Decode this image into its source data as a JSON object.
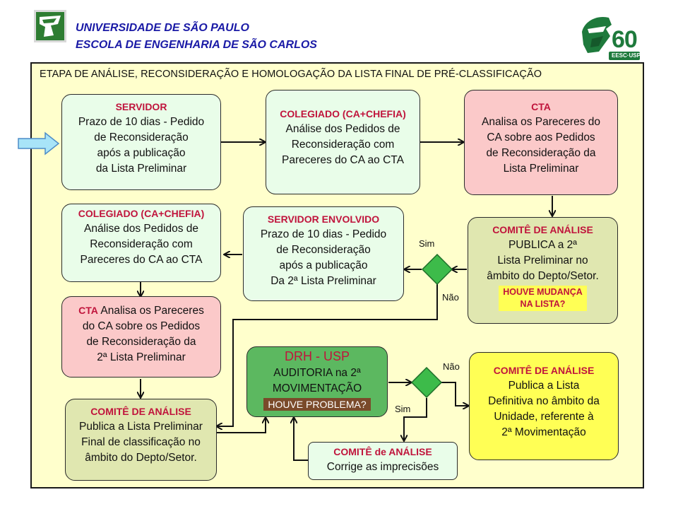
{
  "header": {
    "university": "UNIVERSIDADE DE SÃO PAULO",
    "school": "ESCOLA DE ENGENHARIA DE SÃO CARLOS",
    "anniversary_logo_number": "60",
    "anniversary_logo_text": "EESC·USP"
  },
  "stage_title": "ETAPA DE ANÁLISE, RECONSIDERAÇÃO E HOMOLOGAÇÃO DA LISTA FINAL DE PRÉ-CLASSIFICAÇÃO",
  "boxes": {
    "servidor": {
      "title": "SERVIDOR",
      "lines": [
        "Prazo de 10 dias - Pedido",
        "de Reconsideração",
        "após a publicação",
        "da Lista Preliminar"
      ]
    },
    "colegiado1": {
      "title": "COLEGIADO (CA+CHEFIA)",
      "lines": [
        "Análise dos Pedidos de",
        "Reconsideração com",
        "Pareceres do CA ao CTA"
      ]
    },
    "cta1": {
      "title": "CTA",
      "lines": [
        "Analisa os Pareceres do",
        "CA sobre aos Pedidos",
        "de Reconsideração da",
        "Lista Preliminar"
      ]
    },
    "comite1": {
      "title": "COMITÊ DE ANÁLISE",
      "lines": [
        "PUBLICA a 2ª",
        "Lista Preliminar no",
        "âmbito do Depto/Setor."
      ],
      "tag_lines": [
        "HOUVE MUDANÇA",
        "NA LISTA?"
      ]
    },
    "servidor_envolvido": {
      "title": "SERVIDOR ENVOLVIDO",
      "lines": [
        "Prazo de 10 dias - Pedido",
        "de Reconsideração",
        "após a publicação",
        "Da 2ª Lista Preliminar"
      ]
    },
    "colegiado2": {
      "title": "COLEGIADO (CA+CHEFIA)",
      "lines": [
        "Análise dos Pedidos de",
        "Reconsideração com",
        "Pareceres do CA ao CTA"
      ]
    },
    "cta2": {
      "title": "CTA",
      "first_line": "Analisa os Pareceres",
      "lines": [
        "do CA sobre os Pedidos",
        "de Reconsideração da",
        "2ª Lista Preliminar"
      ]
    },
    "comite2": {
      "title": "COMITÊ DE ANÁLISE",
      "lines": [
        "Publica a Lista Preliminar",
        "Final de classificação no",
        "âmbito do Depto/Setor."
      ]
    },
    "drh": {
      "title": "DRH - USP",
      "lines": [
        "AUDITORIA na 2ª",
        "MOVIMENTAÇÃO"
      ],
      "tag": "HOUVE PROBLEMA?"
    },
    "comite3": {
      "title": "COMITÊ DE ANÁLISE",
      "lines": [
        "Publica a Lista",
        "Definitiva no âmbito da",
        "Unidade, referente à",
        "2ª Movimentação"
      ]
    },
    "comite4": {
      "title": "COMITÊ de ANÁLISE",
      "lines": [
        "Corrige as imprecisões"
      ]
    }
  },
  "decision_labels": {
    "d1_yes": "Sim",
    "d1_no": "Não",
    "d2_no": "Não",
    "d2_yes": "Sim"
  },
  "colors": {
    "header_blue": "#1a1aa6",
    "title_red": "#c0143c",
    "frame_bg": "#ffffcc",
    "decision_green": "#3dbb4a",
    "logo_green": "#1e7a3c"
  }
}
